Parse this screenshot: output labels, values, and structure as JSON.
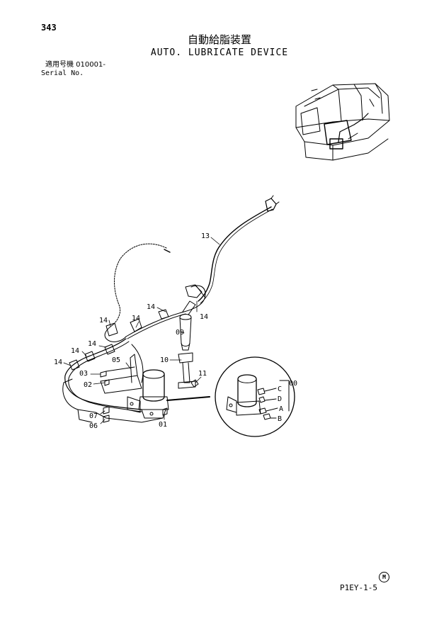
{
  "header": {
    "page_number": "343",
    "title_jp": "自動給脂装置",
    "title_en": "AUTO. LUBRICATE DEVICE",
    "serial_jp": "適用号機  010001-",
    "serial_en": "Serial No."
  },
  "footer": {
    "mark": "M",
    "code": "P1EY-1-5"
  },
  "callouts": {
    "c13": "13",
    "c14a": "14",
    "c14b": "14",
    "c14c": "14",
    "c14d": "14",
    "c14e": "14",
    "c14f": "14",
    "c14g": "14",
    "c09": "09",
    "c10": "10",
    "c11": "11",
    "c05": "05",
    "c03": "03",
    "c02": "02",
    "c07": "07",
    "c06": "06",
    "c01": "01",
    "c00": "00",
    "cC": "C",
    "cD": "D",
    "cA": "A",
    "cB": "B"
  }
}
